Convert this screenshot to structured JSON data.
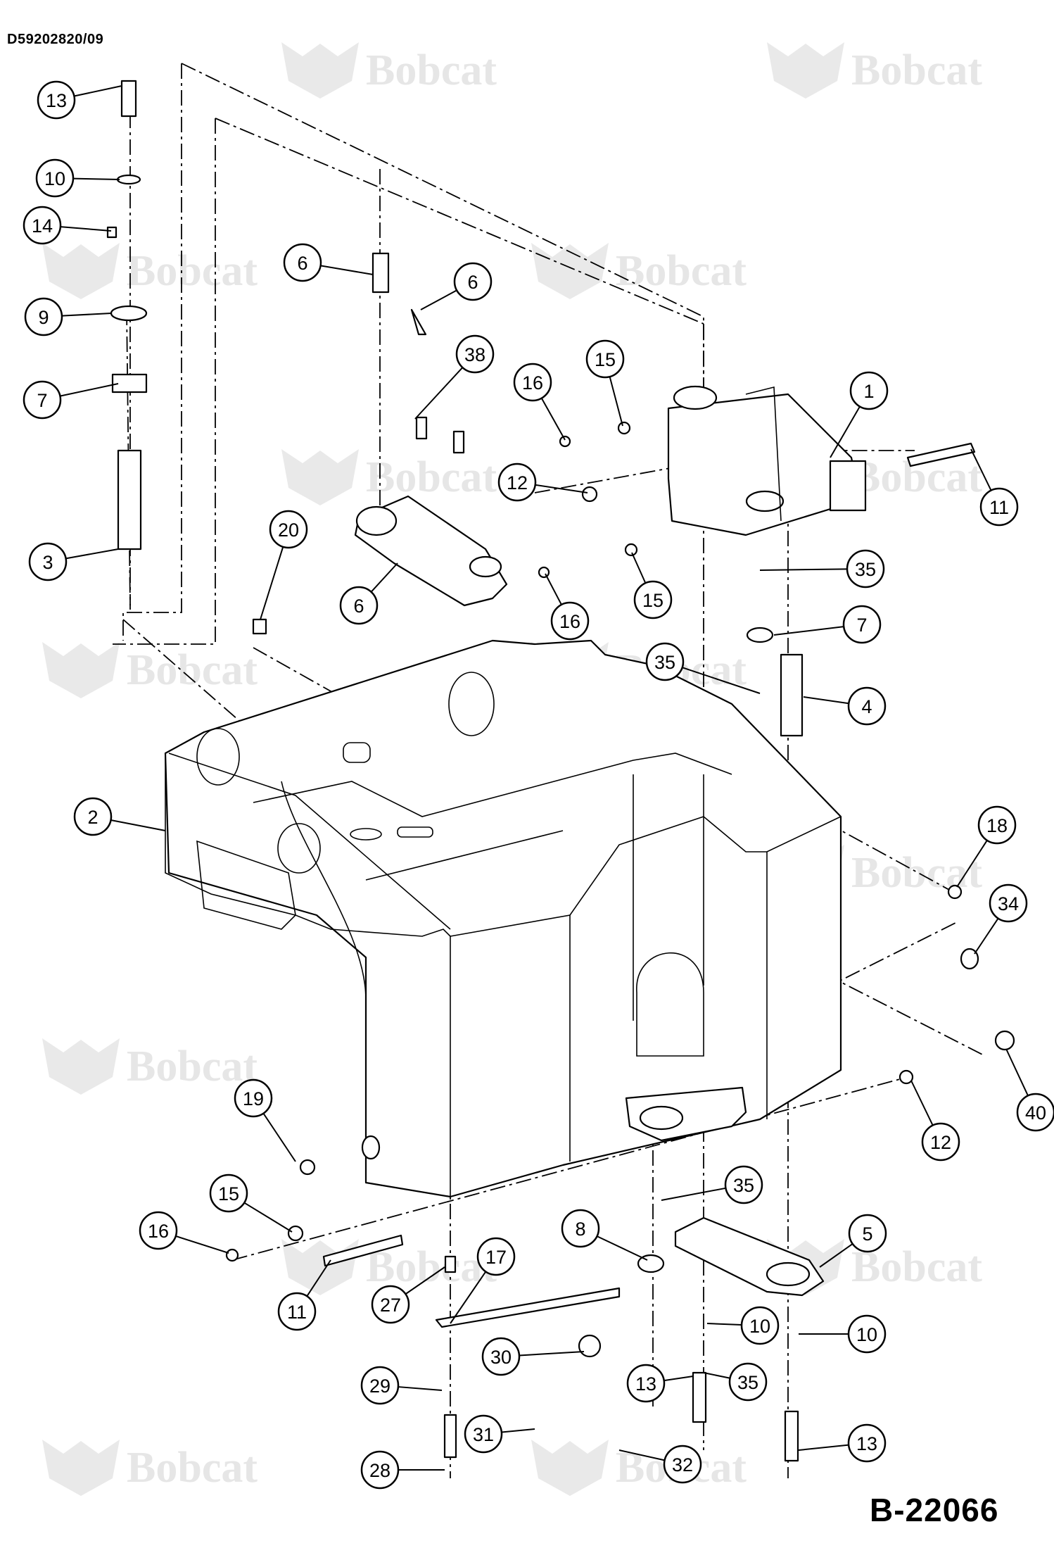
{
  "document": {
    "id": "D59202820/09",
    "figure": "B-22066",
    "watermark": "Bobcat"
  },
  "callouts": [
    {
      "n": "13"
    },
    {
      "n": "10"
    },
    {
      "n": "14"
    },
    {
      "n": "9"
    },
    {
      "n": "7"
    },
    {
      "n": "3"
    },
    {
      "n": "6"
    },
    {
      "n": "6"
    },
    {
      "n": "6"
    },
    {
      "n": "38"
    },
    {
      "n": "16"
    },
    {
      "n": "15"
    },
    {
      "n": "1"
    },
    {
      "n": "12"
    },
    {
      "n": "11"
    },
    {
      "n": "35"
    },
    {
      "n": "7"
    },
    {
      "n": "20"
    },
    {
      "n": "16"
    },
    {
      "n": "15"
    },
    {
      "n": "35"
    },
    {
      "n": "4"
    },
    {
      "n": "2"
    },
    {
      "n": "18"
    },
    {
      "n": "34"
    },
    {
      "n": "40"
    },
    {
      "n": "19"
    },
    {
      "n": "12"
    },
    {
      "n": "15"
    },
    {
      "n": "16"
    },
    {
      "n": "35"
    },
    {
      "n": "8"
    },
    {
      "n": "5"
    },
    {
      "n": "17"
    },
    {
      "n": "11"
    },
    {
      "n": "27"
    },
    {
      "n": "10"
    },
    {
      "n": "10"
    },
    {
      "n": "30"
    },
    {
      "n": "35"
    },
    {
      "n": "29"
    },
    {
      "n": "13"
    },
    {
      "n": "13"
    },
    {
      "n": "31"
    },
    {
      "n": "32"
    },
    {
      "n": "28"
    }
  ]
}
